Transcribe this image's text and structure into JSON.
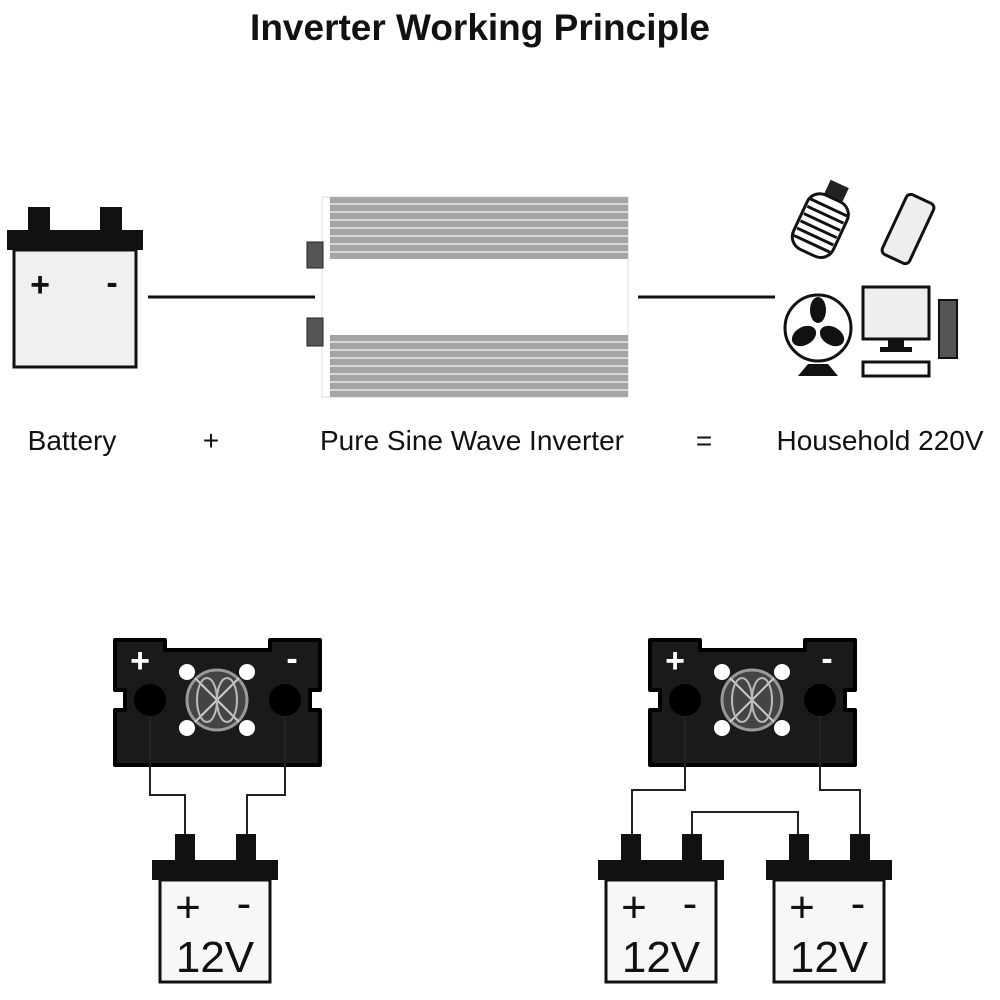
{
  "title": "Inverter Working Principle",
  "equation": {
    "battery_label": "Battery",
    "plus": "+",
    "inverter_label": "Pure Sine Wave Inverter",
    "equals": "=",
    "output_label": "Household 220V"
  },
  "battery_signs": {
    "positive": "+",
    "negative": "-"
  },
  "inverter_face_signs": {
    "positive": "+",
    "negative": "-"
  },
  "single_config": {
    "batteries": [
      {
        "voltage": "12V"
      }
    ]
  },
  "series_config": {
    "batteries": [
      {
        "voltage": "12V"
      },
      {
        "voltage": "12V"
      }
    ]
  },
  "icons": [
    "battery-icon",
    "inverter-icon",
    "light-bulb-icon",
    "smartphone-icon",
    "fan-icon",
    "desktop-computer-icon"
  ],
  "colors": {
    "ink": "#111111",
    "battery_fill": "#f0f0f0",
    "fin": "#9a9a9a"
  }
}
